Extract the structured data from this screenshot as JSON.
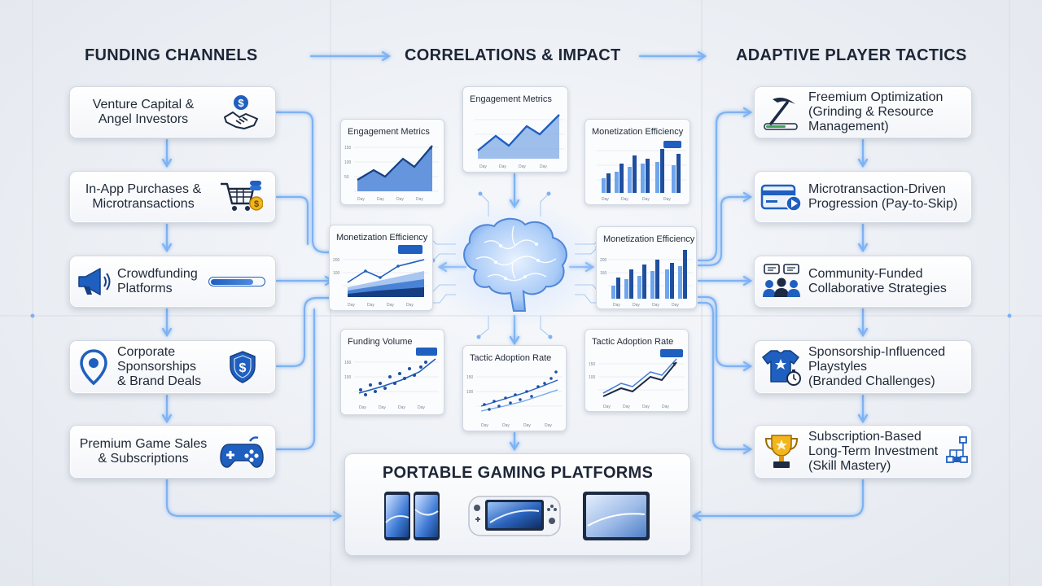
{
  "headers": {
    "funding": "FUNDING CHANNELS",
    "correlations": "CORRELATIONS & IMPACT",
    "tactics": "ADAPTIVE PLAYER TACTICS"
  },
  "funding_channels": [
    {
      "label_line1": "Venture Capital &",
      "label_line2": "Angel Investors",
      "icon": "handshake-dollar-icon"
    },
    {
      "label_line1": "In-App Purchases &",
      "label_line2": "Microtransactions",
      "icon": "shopping-cart-coins-icon"
    },
    {
      "label_line1": "Crowdfunding",
      "label_line2": "Platforms",
      "icon": "megaphone-icon",
      "progress": 0.8
    },
    {
      "label_line1": "Corporate",
      "label_line2": "Sponsorships",
      "label_line3": "& Brand Deals",
      "icon": "location-pin-icon",
      "icon2": "shield-dollar-icon"
    },
    {
      "label_line1": "Premium Game Sales",
      "label_line2": "& Subscriptions",
      "icon": "gamepad-icon"
    }
  ],
  "tactics": [
    {
      "label_line1": "Freemium Optimization",
      "label_line2": "(Grinding & Resource",
      "label_line3": "Management)",
      "icon": "pickaxe-icon"
    },
    {
      "label_line1": "Microtransaction-Driven",
      "label_line2": "Progression (Pay-to-Skip)",
      "icon": "card-play-icon"
    },
    {
      "label_line1": "Community-Funded",
      "label_line2": "Collaborative Strategies",
      "icon": "community-chat-icon"
    },
    {
      "label_line1": "Sponsorship-Influenced",
      "label_line2": "Playstyles",
      "label_line3": "(Branded Challenges)",
      "icon": "jersey-stopwatch-icon"
    },
    {
      "label_line1": "Subscription-Based",
      "label_line2": "Long-Term Investment",
      "label_line3": "(Skill Mastery)",
      "icon": "trophy-hierarchy-icon"
    }
  ],
  "charts": {
    "engagement_top": {
      "title": "Engagement Metrics"
    },
    "engagement_left": {
      "title": "Engagement Metrics"
    },
    "monetization_top_right": {
      "title": "Monetization Efficiency"
    },
    "monetization_left": {
      "title": "Monetization Efficiency"
    },
    "monetization_right": {
      "title": "Monetization Efficiency"
    },
    "funding_volume": {
      "title": "Funding Volume"
    },
    "tactic_center": {
      "title": "Tactic Adoption Rate"
    },
    "tactic_right": {
      "title": "Tactic Adoption Rate"
    }
  },
  "platforms": {
    "title": "PORTABLE GAMING PLATFORMS",
    "devices": [
      "phones-icon",
      "handheld-console-icon",
      "tablet-icon"
    ]
  },
  "colors": {
    "accent": "#1f5fbf",
    "accent_light": "#6ea5ec",
    "glow": "#9fc6ff",
    "text": "#1d2636"
  }
}
